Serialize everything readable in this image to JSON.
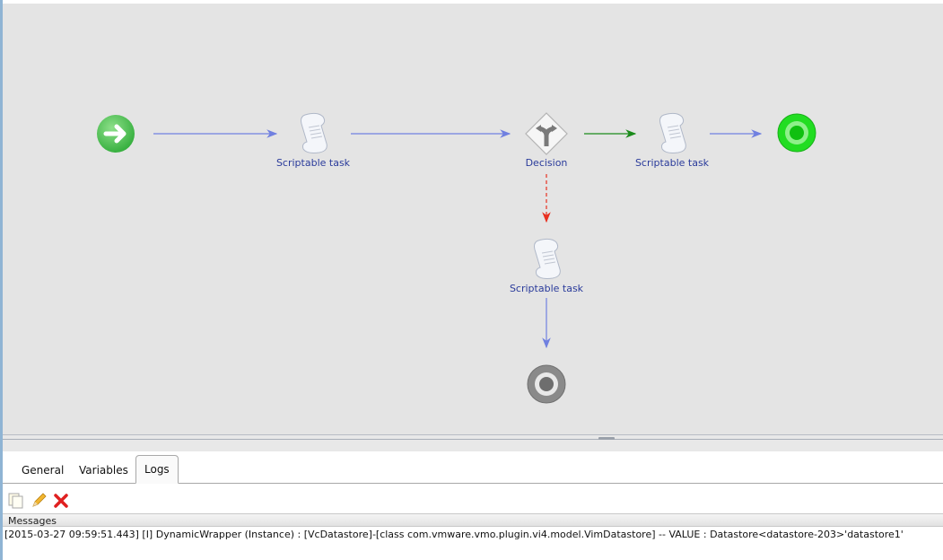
{
  "workflow": {
    "nodes": [
      {
        "id": "start",
        "type": "start",
        "label": ""
      },
      {
        "id": "task1",
        "type": "scriptable-task",
        "label": "Scriptable task"
      },
      {
        "id": "decision",
        "type": "decision",
        "label": "Decision"
      },
      {
        "id": "task2",
        "type": "scriptable-task",
        "label": "Scriptable task"
      },
      {
        "id": "end-success",
        "type": "end",
        "label": ""
      },
      {
        "id": "task3",
        "type": "scriptable-task",
        "label": "Scriptable task"
      },
      {
        "id": "end-error",
        "type": "end",
        "label": ""
      }
    ],
    "colors": {
      "canvas": "#e4e4e4",
      "label": "#2a3b9b",
      "normal_link": "#7080e0",
      "true_link": "#1a8a1a",
      "false_link": "#e83020",
      "start": "#4cc454",
      "end_success": "#22dd22",
      "end_error": "#8a8a8a"
    }
  },
  "panel": {
    "tabs": [
      {
        "label": "General",
        "active": false
      },
      {
        "label": "Variables",
        "active": false
      },
      {
        "label": "Logs",
        "active": true
      }
    ],
    "toolbar": {
      "copy": "copy-icon",
      "edit": "pencil-icon",
      "delete": "delete-icon"
    },
    "messages_header": "Messages",
    "messages": [
      "[2015-03-27 09:59:51.443] [I] DynamicWrapper (Instance) : [VcDatastore]-[class com.vmware.vmo.plugin.vi4.model.VimDatastore] -- VALUE : Datastore<datastore-203>'datastore1'"
    ]
  }
}
